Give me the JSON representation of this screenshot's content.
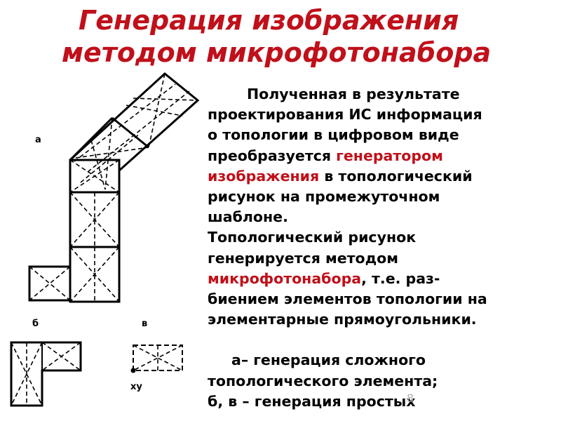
{
  "title": {
    "line1": "Генерация изображения",
    "line2": "методом микрофотонабора"
  },
  "paragraph1": {
    "l1": "Полученная в результате",
    "l2": "проектирования ИС информация",
    "l3": "о топологии в цифровом виде",
    "l4a": "преобразуется ",
    "l4b": "генератором",
    "l5a": "изображения",
    "l5b": " в топологический",
    "l6": "рисунок на промежуточном",
    "l7": "шаблоне."
  },
  "paragraph2": {
    "l1": "Топологический рисунок",
    "l2": "генерируется методом",
    "l3a": "микрофотонабора",
    "l3b": ", т.е. раз-",
    "l4": "биением элементов топологии на",
    "l5": "элементарные прямоугольники."
  },
  "caption": {
    "l1": "а– генерация сложного",
    "l2": "топологического элемента;",
    "l3": "б, в – генерация простых"
  },
  "figure_labels": {
    "a": "а",
    "b": "б",
    "v": "в",
    "xy": "xy"
  },
  "page_number": "8",
  "colors": {
    "title": "#c0101a",
    "highlight": "#c0101a",
    "text": "#000000"
  }
}
